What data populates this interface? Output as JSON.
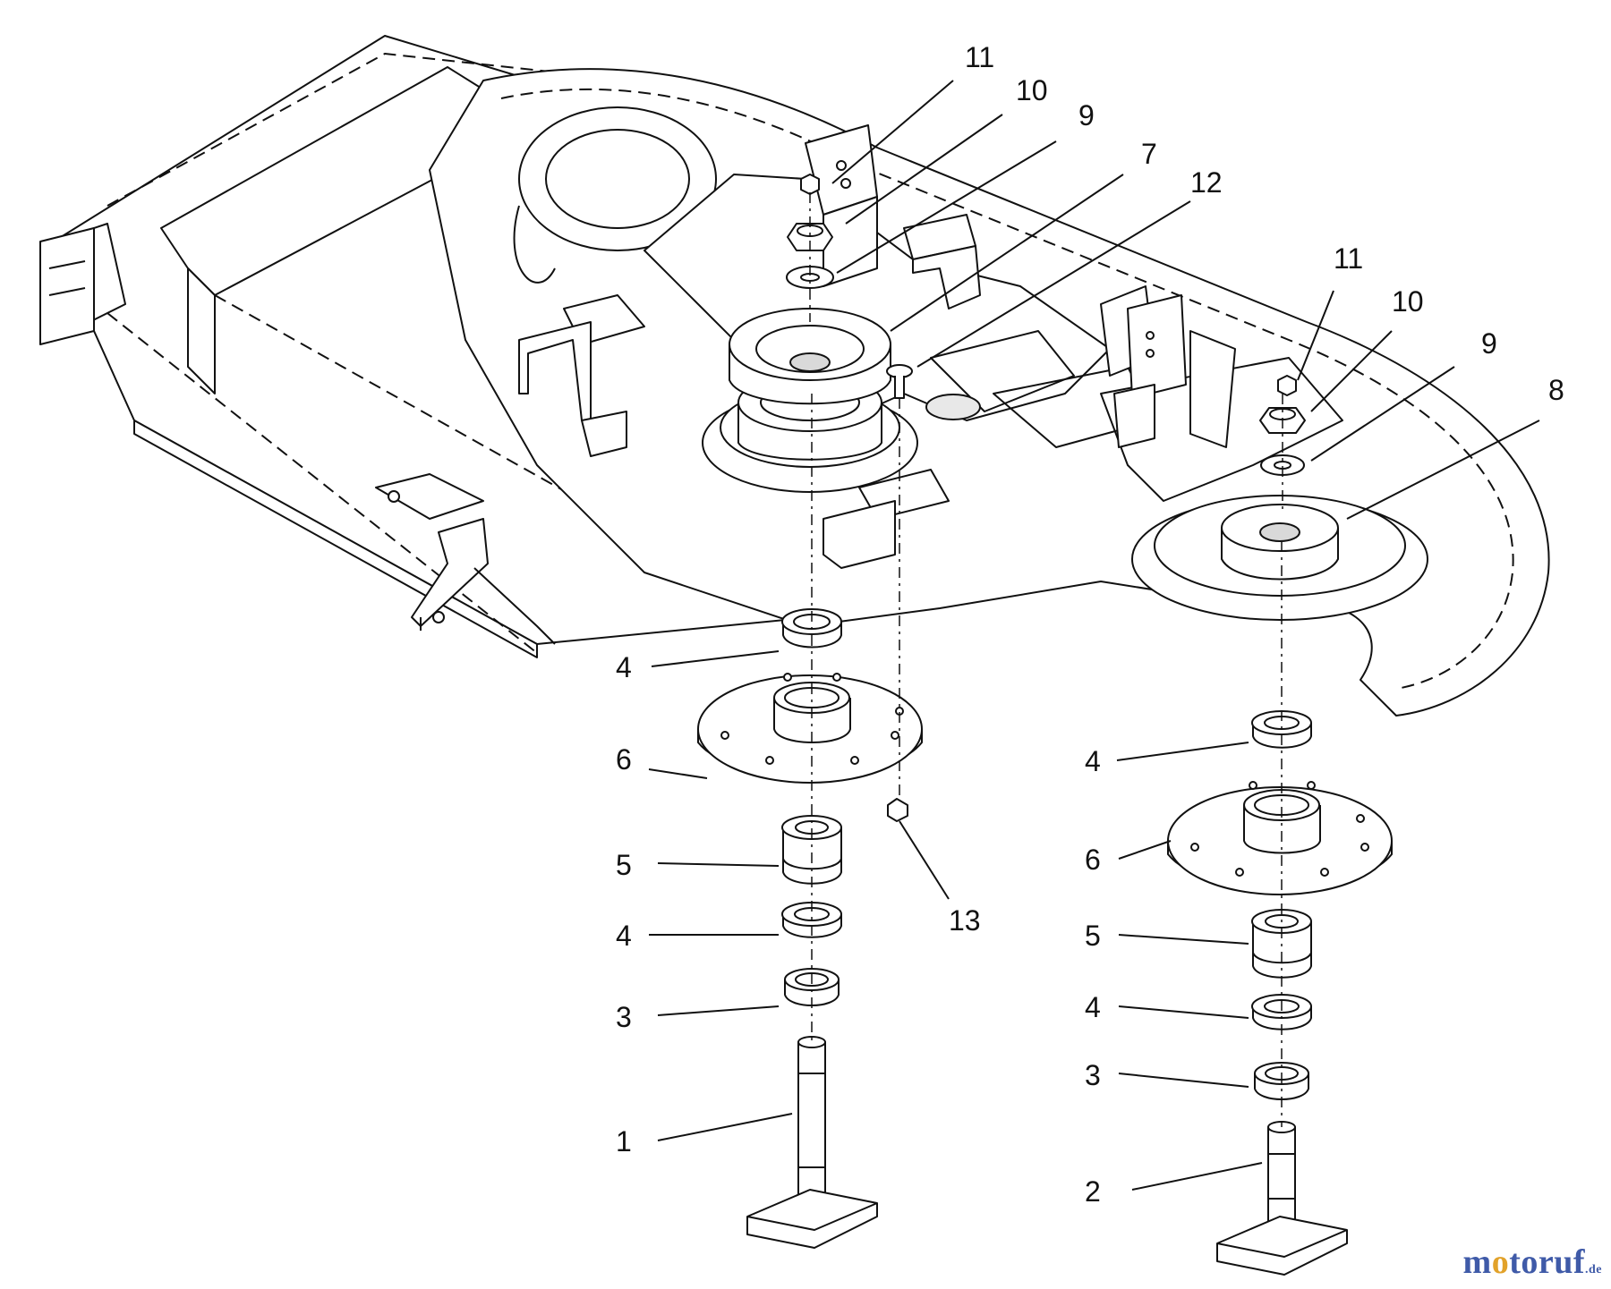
{
  "diagram": {
    "callouts": [
      {
        "id": "c11a",
        "label": "11"
      },
      {
        "id": "c10a",
        "label": "10"
      },
      {
        "id": "c9a",
        "label": "9"
      },
      {
        "id": "c7",
        "label": "7"
      },
      {
        "id": "c12",
        "label": "12"
      },
      {
        "id": "c11b",
        "label": "11"
      },
      {
        "id": "c10b",
        "label": "10"
      },
      {
        "id": "c9b",
        "label": "9"
      },
      {
        "id": "c8",
        "label": "8"
      },
      {
        "id": "c4a",
        "label": "4"
      },
      {
        "id": "c6a",
        "label": "6"
      },
      {
        "id": "c5a",
        "label": "5"
      },
      {
        "id": "c4b",
        "label": "4"
      },
      {
        "id": "c3a",
        "label": "3"
      },
      {
        "id": "c1",
        "label": "1"
      },
      {
        "id": "c13",
        "label": "13"
      },
      {
        "id": "c4c",
        "label": "4"
      },
      {
        "id": "c6b",
        "label": "6"
      },
      {
        "id": "c5b",
        "label": "5"
      },
      {
        "id": "c4d",
        "label": "4"
      },
      {
        "id": "c3b",
        "label": "3"
      },
      {
        "id": "c2",
        "label": "2"
      }
    ]
  },
  "watermark": {
    "prefix": "m",
    "highlight": "o",
    "suffix": "toruf",
    "tld": ".de"
  },
  "colors": {
    "ink": "#111111",
    "fill": "#ffffff",
    "watermark_blue": "#3f5aa8",
    "watermark_orange": "#e2a22a"
  }
}
